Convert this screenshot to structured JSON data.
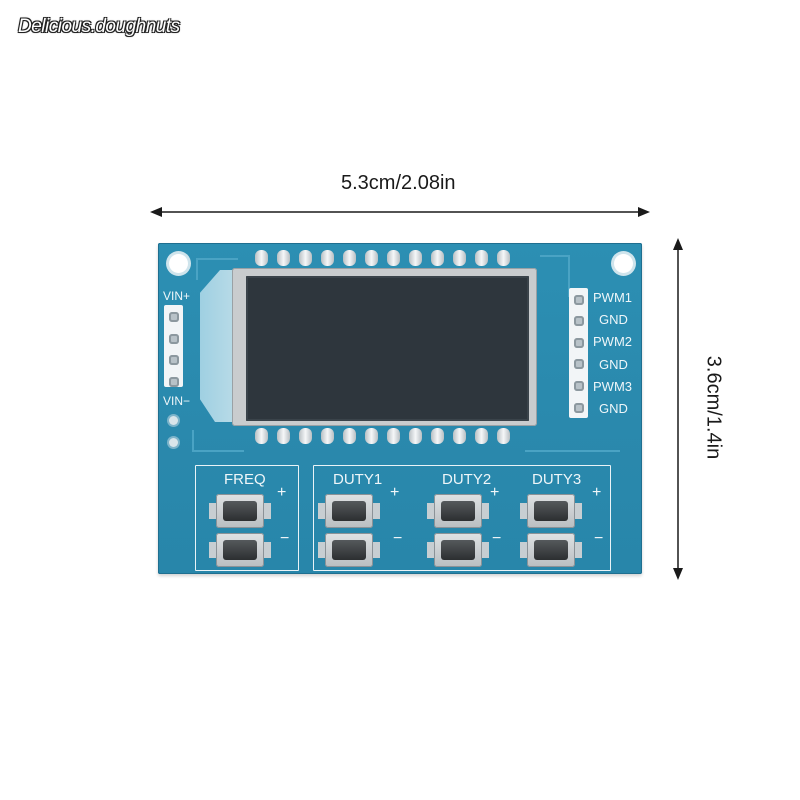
{
  "watermark": "Delicious.doughnuts",
  "dimensions": {
    "width_label": "5.3cm/2.08in",
    "height_label": "3.6cm/1.4in"
  },
  "board": {
    "left_pins": {
      "top_label": "VIN+",
      "bottom_label": "VIN−"
    },
    "right_pins": [
      "PWM1",
      "GND",
      "PWM2",
      "GND",
      "PWM3",
      "GND"
    ],
    "button_groups": {
      "freq": "FREQ",
      "duty1": "DUTY1",
      "duty2": "DUTY2",
      "duty3": "DUTY3",
      "plus": "+",
      "minus": "−"
    }
  }
}
